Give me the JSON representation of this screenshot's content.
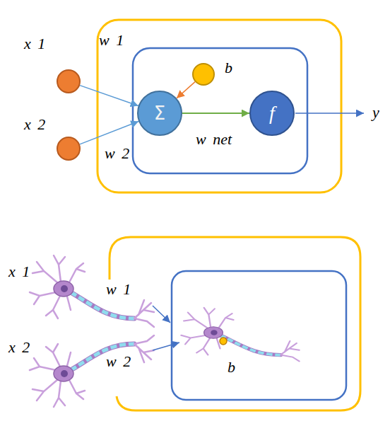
{
  "diagram": {
    "nodes": [
      {
        "text": [
          "x 1"
        ]
      },
      {
        "text": [
          "b"
        ]
      },
      {
        "text": [
          "Σ"
        ]
      },
      {
        "text": [
          "f"
        ]
      },
      {
        "text": [
          "x 2"
        ]
      }
    ],
    "edges": [
      {
        "from": 0,
        "to": 2,
        "arrow": "to",
        "label": "w 1"
      },
      {
        "from": 4,
        "to": 2,
        "arrow": "to",
        "label": "w 2"
      },
      {
        "from": 1,
        "to": 2,
        "arrow": "to"
      },
      {
        "from": 2,
        "to": 3,
        "arrow": "to",
        "label": "w net"
      }
    ],
    "labels": [
      "y",
      "x 1",
      "w 1",
      "x 2",
      "w 2",
      "b"
    ]
  }
}
